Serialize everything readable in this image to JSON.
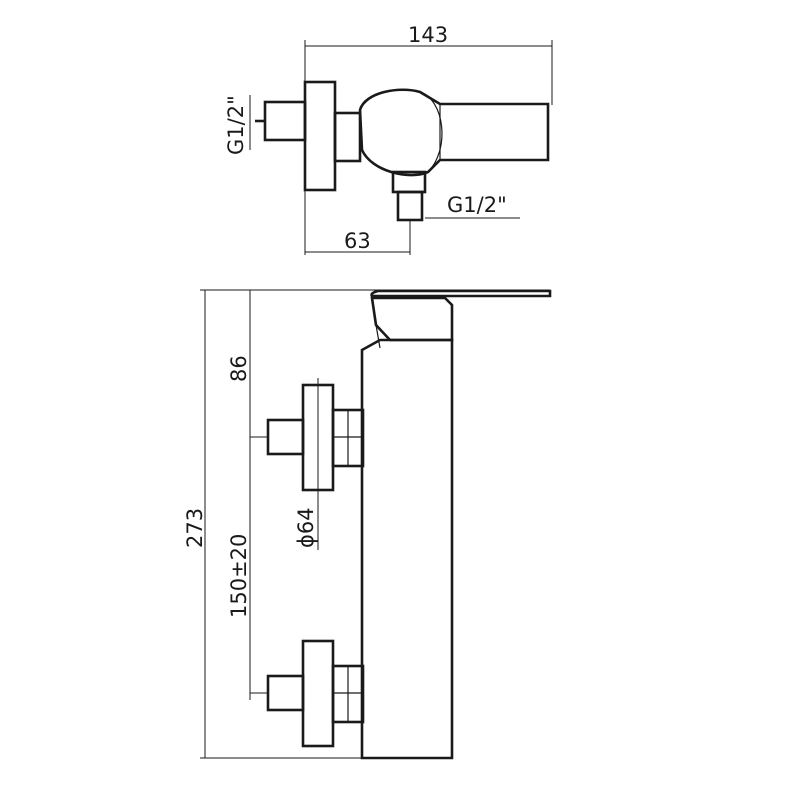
{
  "top_view": {
    "dim_width": "143",
    "dim_offset": "63",
    "inlet_left": "G1/2\"",
    "outlet_bottom": "G1/2\""
  },
  "side_view": {
    "dim_total_height": "273",
    "dim_top_offset": "86",
    "dim_centers": "150±20",
    "dim_flange_diameter": "ϕ64"
  }
}
